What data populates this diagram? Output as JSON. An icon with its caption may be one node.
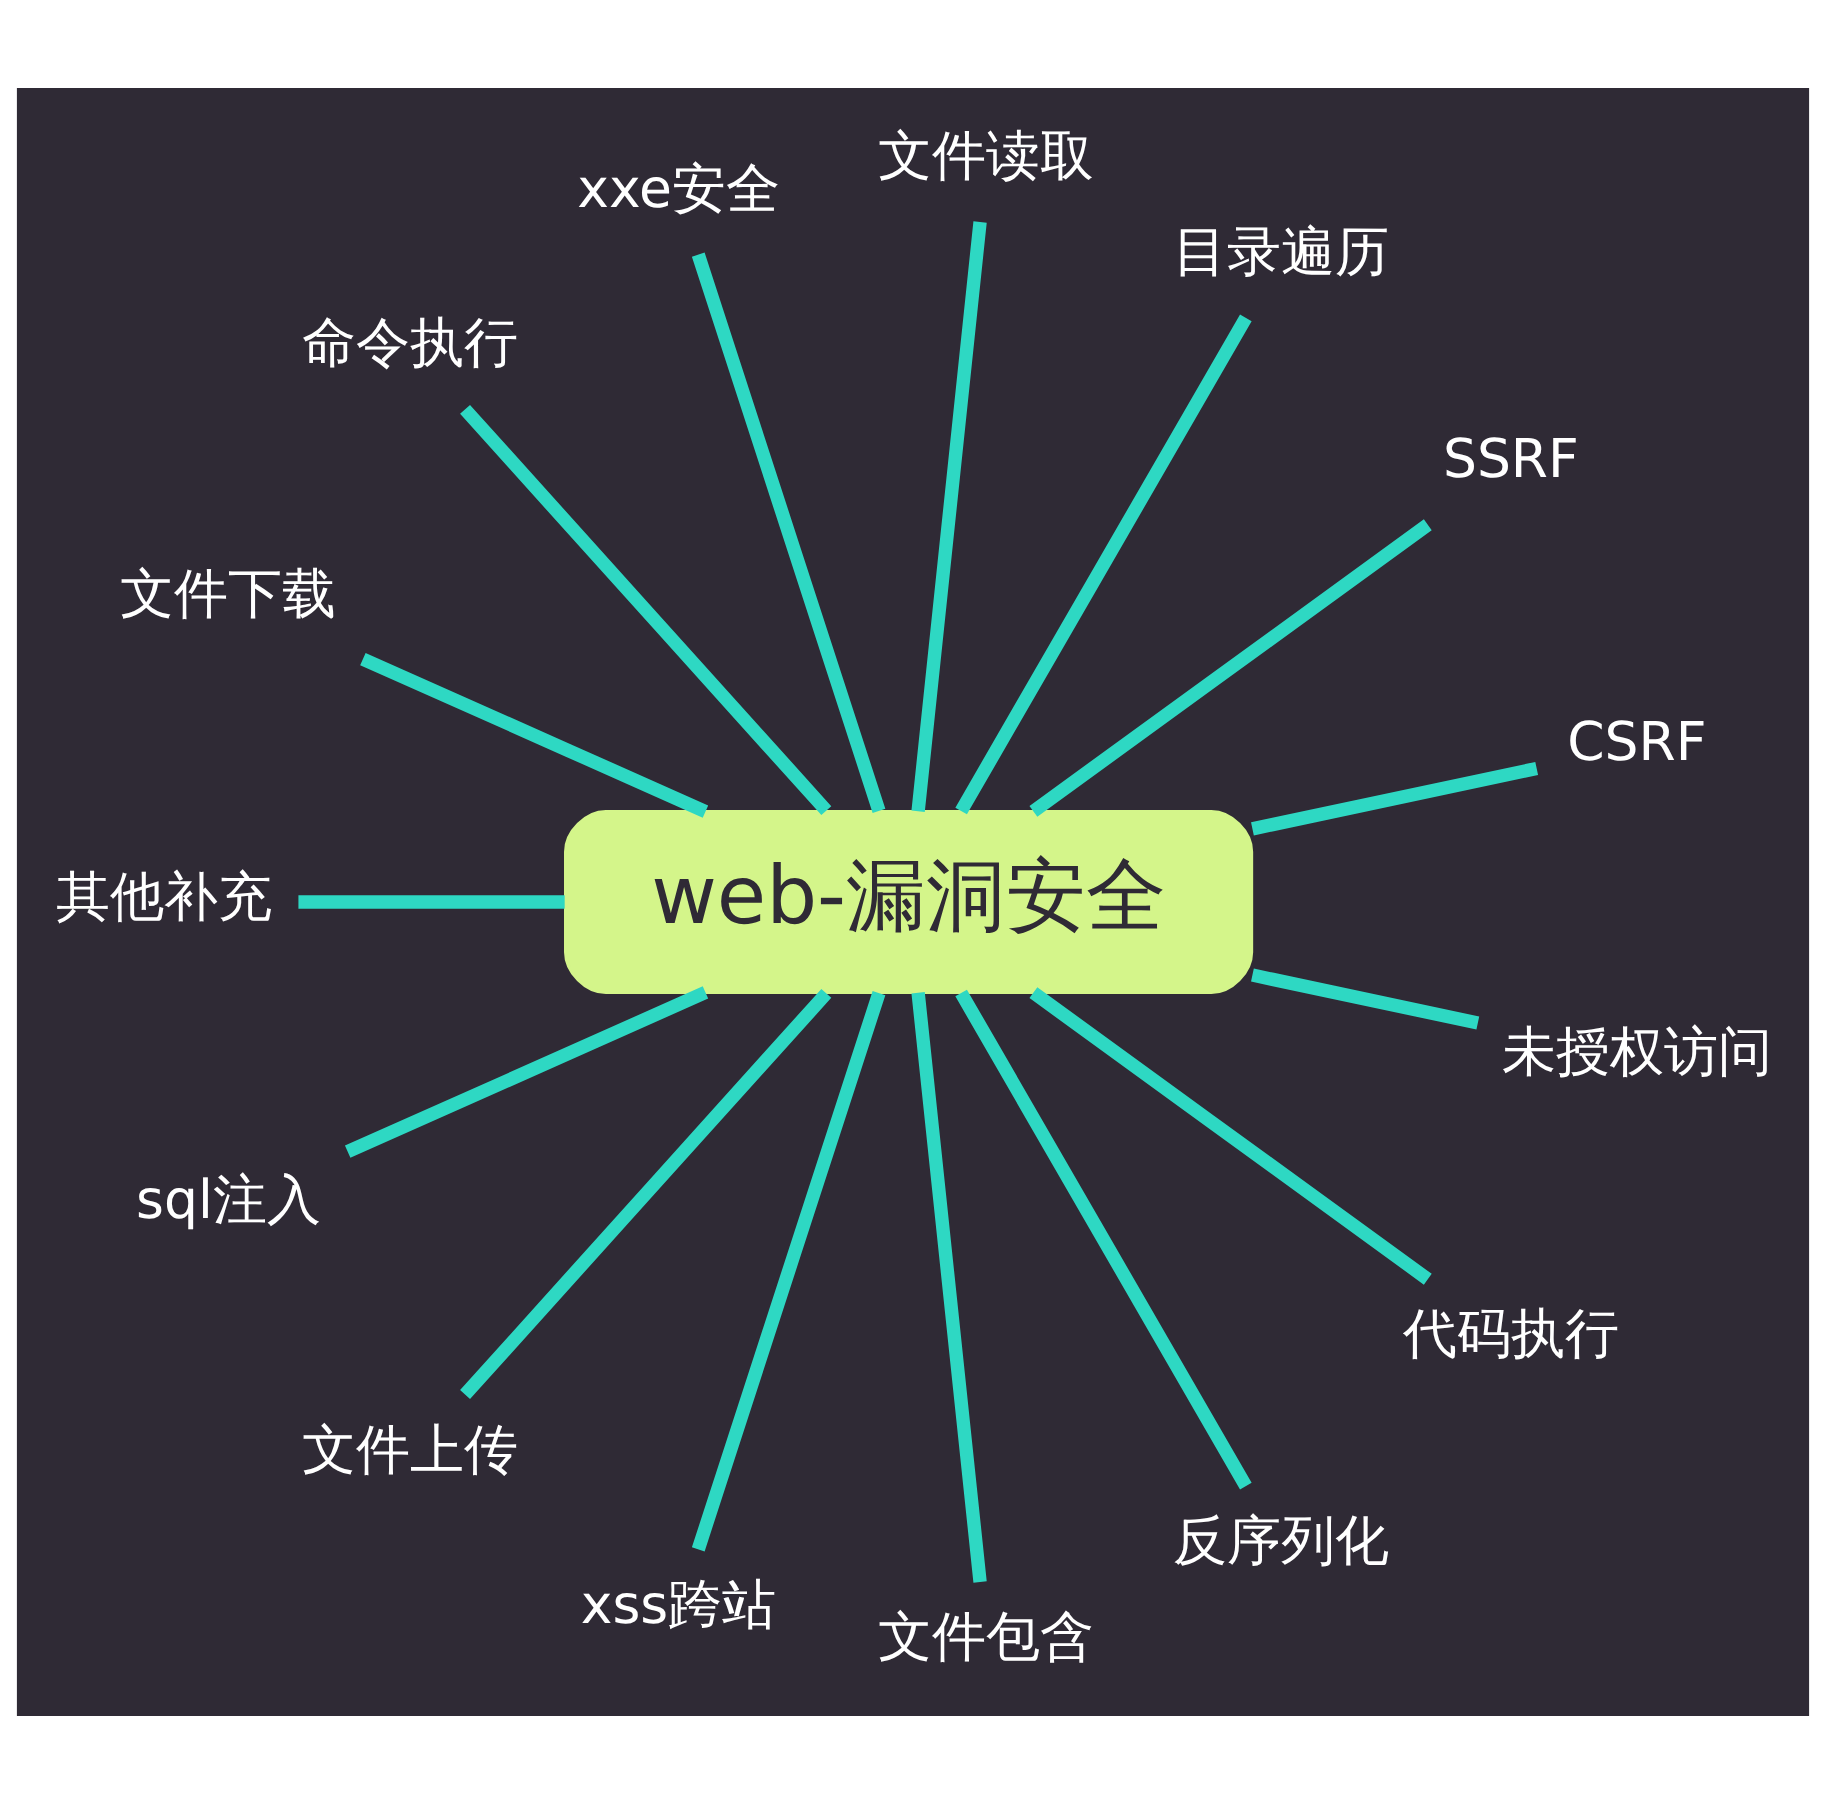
{
  "diagram": {
    "nodes": [
      {
        "text": [
          "web-漏洞安全"
        ]
      },
      {
        "text": [
          "CSRF"
        ]
      },
      {
        "text": [
          "SSRF"
        ]
      },
      {
        "text": [
          "目录遍历"
        ]
      },
      {
        "text": [
          "文件读取"
        ]
      },
      {
        "text": [
          "xxe安全"
        ]
      },
      {
        "text": [
          "命令执行"
        ]
      },
      {
        "text": [
          "文件下载"
        ]
      },
      {
        "text": [
          "其他补充"
        ]
      },
      {
        "text": [
          "sql注入"
        ]
      },
      {
        "text": [
          "文件上传"
        ]
      },
      {
        "text": [
          "xss跨站"
        ]
      },
      {
        "text": [
          "文件包含"
        ]
      },
      {
        "text": [
          "反序列化"
        ]
      },
      {
        "text": [
          "代码执行"
        ]
      },
      {
        "text": [
          "未授权访问"
        ]
      }
    ],
    "edges": [
      {
        "from": 0,
        "to": 1,
        "arrow": "none"
      },
      {
        "from": 0,
        "to": 2,
        "arrow": "none"
      },
      {
        "from": 0,
        "to": 3,
        "arrow": "none"
      },
      {
        "from": 0,
        "to": 4,
        "arrow": "none"
      },
      {
        "from": 0,
        "to": 5,
        "arrow": "none"
      },
      {
        "from": 0,
        "to": 6,
        "arrow": "none"
      },
      {
        "from": 0,
        "to": 7,
        "arrow": "none"
      },
      {
        "from": 0,
        "to": 8,
        "arrow": "none"
      },
      {
        "from": 0,
        "to": 9,
        "arrow": "none"
      },
      {
        "from": 0,
        "to": 10,
        "arrow": "none"
      },
      {
        "from": 0,
        "to": 11,
        "arrow": "none"
      },
      {
        "from": 0,
        "to": 12,
        "arrow": "none"
      },
      {
        "from": 0,
        "to": 13,
        "arrow": "none"
      },
      {
        "from": 0,
        "to": 14,
        "arrow": "none"
      },
      {
        "from": 0,
        "to": 15,
        "arrow": "none"
      }
    ]
  }
}
